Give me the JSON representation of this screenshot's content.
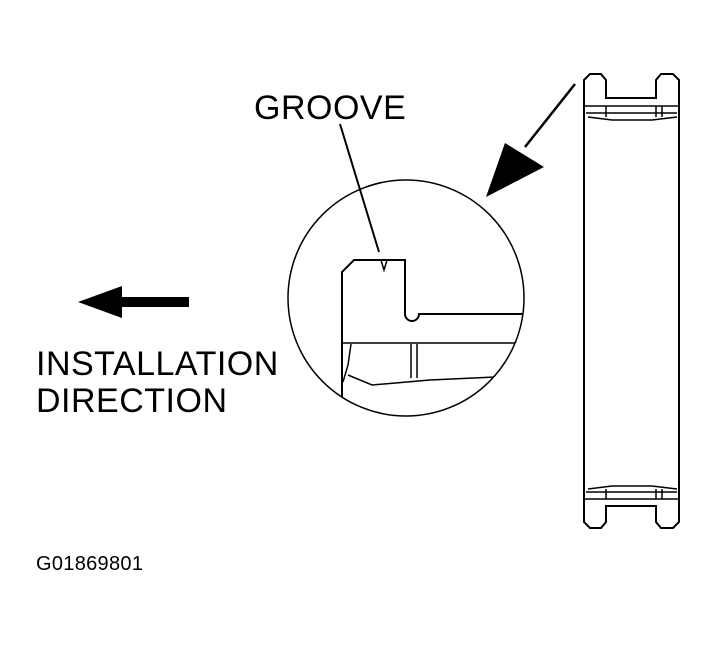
{
  "labels": {
    "groove": "GROOVE",
    "installation_line1": "INSTALLATION",
    "installation_line2": "DIRECTION",
    "figure_id": "G01869801"
  },
  "colors": {
    "line": "#000000",
    "background": "#ffffff"
  },
  "icons": {
    "installation_arrow": "arrow-left-icon",
    "detail_arrow": "arrow-down-left-icon"
  }
}
